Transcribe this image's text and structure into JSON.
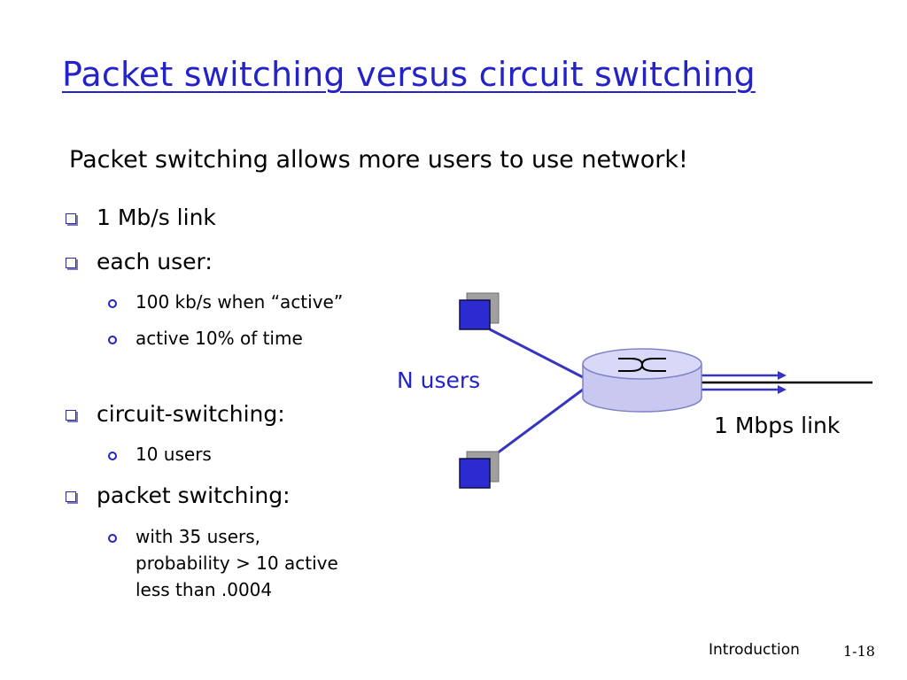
{
  "title": "Packet switching versus circuit switching",
  "subtitle": "Packet switching allows more users to use network!",
  "bullets": {
    "link": "1 Mb/s link",
    "each_user": "each user:",
    "each_user_sub": [
      "100 kb/s when “active”",
      "active 10% of time"
    ],
    "circuit": "circuit-switching:",
    "circuit_sub": [
      "10 users"
    ],
    "packet": "packet switching:",
    "packet_sub": [
      "with 35 users,\nprobability > 10 active\nless than .0004"
    ]
  },
  "diagram": {
    "n_users_label": "N users",
    "link_label": "1 Mbps link",
    "colors": {
      "host": "#2b2bd0",
      "link": "#3535c0",
      "router": "#c8c8f0"
    },
    "icons": [
      "host-icon",
      "router-icon"
    ]
  },
  "footer": {
    "label": "Introduction",
    "page": "1-18"
  }
}
